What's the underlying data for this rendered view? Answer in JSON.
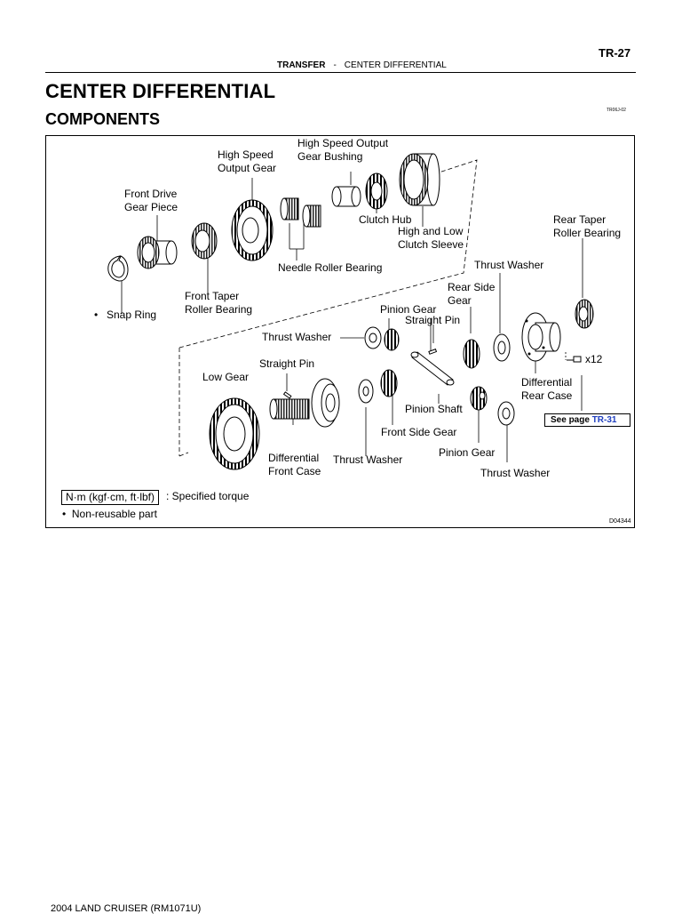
{
  "header": {
    "page_number": "TR-27",
    "section": "TRANSFER",
    "separator": "-",
    "subsection": "CENTER DIFFERENTIAL"
  },
  "title": "CENTER DIFFERENTIAL",
  "subtitle": "COMPONENTS",
  "doc_code": "TR06J-02",
  "figure": {
    "labels": {
      "high_speed_output_gear_bushing": "High Speed Output\nGear Bushing",
      "high_speed_output_gear": "High Speed\nOutput Gear",
      "front_drive_gear_piece": "Front Drive\nGear Piece",
      "clutch_hub": "Clutch Hub",
      "high_low_clutch_sleeve": "High and Low\nClutch Sleeve",
      "rear_taper_roller_bearing": "Rear Taper\nRoller Bearing",
      "needle_roller_bearing": "Needle Roller Bearing",
      "snap_ring": "Snap Ring",
      "front_taper_roller_bearing": "Front Taper\nRoller Bearing",
      "thrust_washer_top": "Thrust Washer",
      "rear_side_gear": "Rear Side\nGear",
      "pinion_gear_upper": "Pinion Gear",
      "straight_pin_upper": "Straight Pin",
      "thrust_washer_left": "Thrust Washer",
      "bolt_count": "x12",
      "straight_pin_lower": "Straight Pin",
      "low_gear": "Low Gear",
      "differential_rear_case": "Differential\nRear Case",
      "pinion_shaft": "Pinion Shaft",
      "front_side_gear": "Front Side Gear",
      "differential_front_case": "Differential\nFront Case",
      "thrust_washer_middle": "Thrust Washer",
      "pinion_gear_lower": "Pinion Gear",
      "thrust_washer_bottom": "Thrust Washer"
    },
    "bullet_symbol": "•",
    "see_page_prefix": "See page",
    "see_page_link": "TR-31",
    "legend": {
      "torque_unit": "N·m (kgf·cm, ft·lbf)",
      "torque_desc": ": Specified torque",
      "non_reusable": "Non-reusable part"
    },
    "figure_code": "D04344"
  },
  "footer": "2004 LAND CRUISER   (RM1071U)"
}
